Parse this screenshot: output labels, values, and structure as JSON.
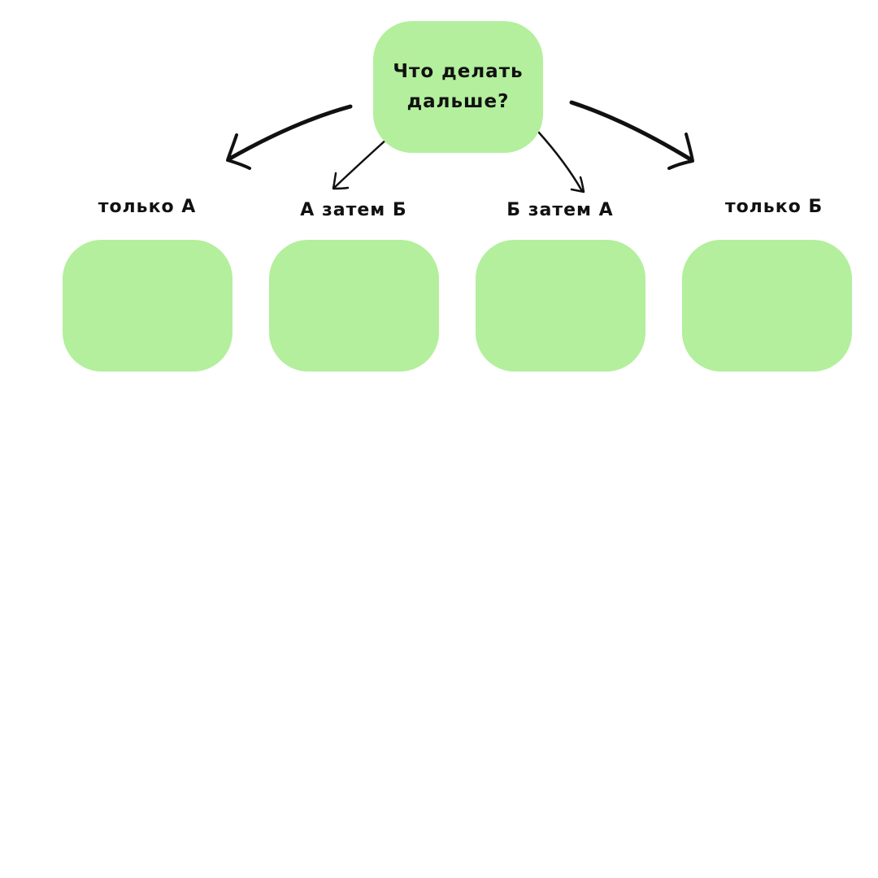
{
  "diagram": {
    "root": {
      "line1": "Что делать",
      "line2": "дальше?"
    },
    "branches": [
      {
        "label": "только А"
      },
      {
        "label": "А затем Б"
      },
      {
        "label": "Б затем А"
      },
      {
        "label": "только Б"
      }
    ],
    "colors": {
      "box_fill": "#b3ef9c",
      "text": "#111111",
      "arrow": "#111111",
      "background": "#ffffff"
    }
  }
}
